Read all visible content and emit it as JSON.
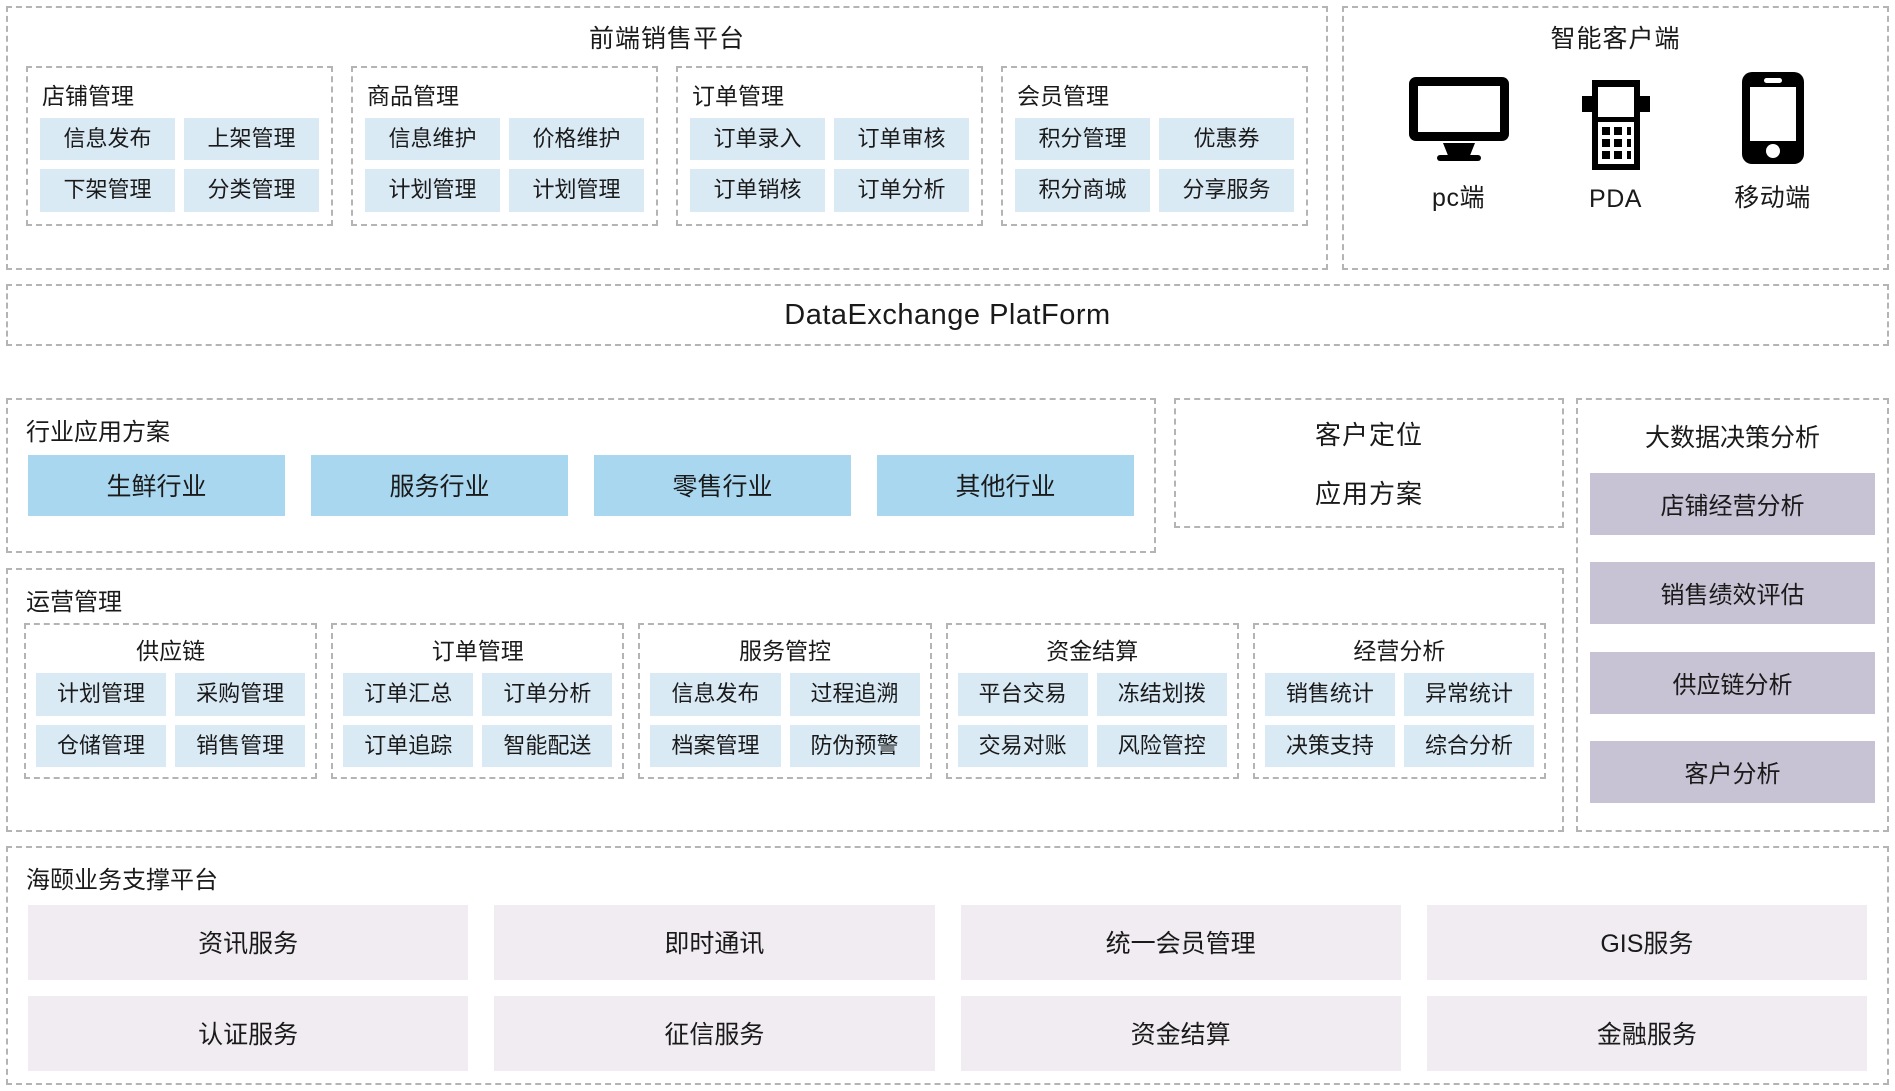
{
  "frontend_platform": {
    "title": "前端销售平台",
    "modules": [
      {
        "label": "店铺管理",
        "tags": [
          "信息发布",
          "上架管理",
          "下架管理",
          "分类管理"
        ]
      },
      {
        "label": "商品管理",
        "tags": [
          "信息维护",
          "价格维护",
          "计划管理",
          "计划管理"
        ]
      },
      {
        "label": "订单管理",
        "tags": [
          "订单录入",
          "订单审核",
          "订单销核",
          "订单分析"
        ]
      },
      {
        "label": "会员管理",
        "tags": [
          "积分管理",
          "优惠券",
          "积分商城",
          "分享服务"
        ]
      }
    ]
  },
  "smart_client": {
    "title": "智能客户端",
    "devices": [
      {
        "icon": "monitor-icon",
        "label": "pc端"
      },
      {
        "icon": "pda-icon",
        "label": "PDA"
      },
      {
        "icon": "mobile-phone-icon",
        "label": "移动端"
      }
    ]
  },
  "data_exchange": {
    "title": "DataExchange  PlatForm"
  },
  "industry_solutions": {
    "label": "行业应用方案",
    "tags": [
      "生鲜行业",
      "服务行业",
      "零售行业",
      "其他行业"
    ]
  },
  "customer_positioning": {
    "line1": "客户定位",
    "line2": "应用方案"
  },
  "big_data": {
    "title": "大数据决策分析",
    "items": [
      "店铺经营分析",
      "销售绩效评估",
      "供应链分析",
      "客户分析"
    ]
  },
  "operations": {
    "label": "运营管理",
    "modules": [
      {
        "label": "供应链",
        "tags": [
          "计划管理",
          "采购管理",
          "仓储管理",
          "销售管理"
        ]
      },
      {
        "label": "订单管理",
        "tags": [
          "订单汇总",
          "订单分析",
          "订单追踪",
          "智能配送"
        ]
      },
      {
        "label": "服务管控",
        "tags": [
          "信息发布",
          "过程追溯",
          "档案管理",
          "防伪预警"
        ]
      },
      {
        "label": "资金结算",
        "tags": [
          "平台交易",
          "冻结划拨",
          "交易对账",
          "风险管控"
        ]
      },
      {
        "label": "经营分析",
        "tags": [
          "销售统计",
          "异常统计",
          "决策支持",
          "综合分析"
        ]
      }
    ]
  },
  "support_platform": {
    "label": "海颐业务支撑平台",
    "items": [
      "资讯服务",
      "即时通讯",
      "统一会员管理",
      "GIS服务",
      "认证服务",
      "征信服务",
      "资金结算",
      "金融服务"
    ]
  },
  "colors": {
    "tag_blue": "#daeaf5",
    "industry_blue": "#a9d7ef",
    "bigdata_purple": "#c8c3d4",
    "support_lavender": "#f0ecf2",
    "dashed_border": "#b4b4b4"
  }
}
